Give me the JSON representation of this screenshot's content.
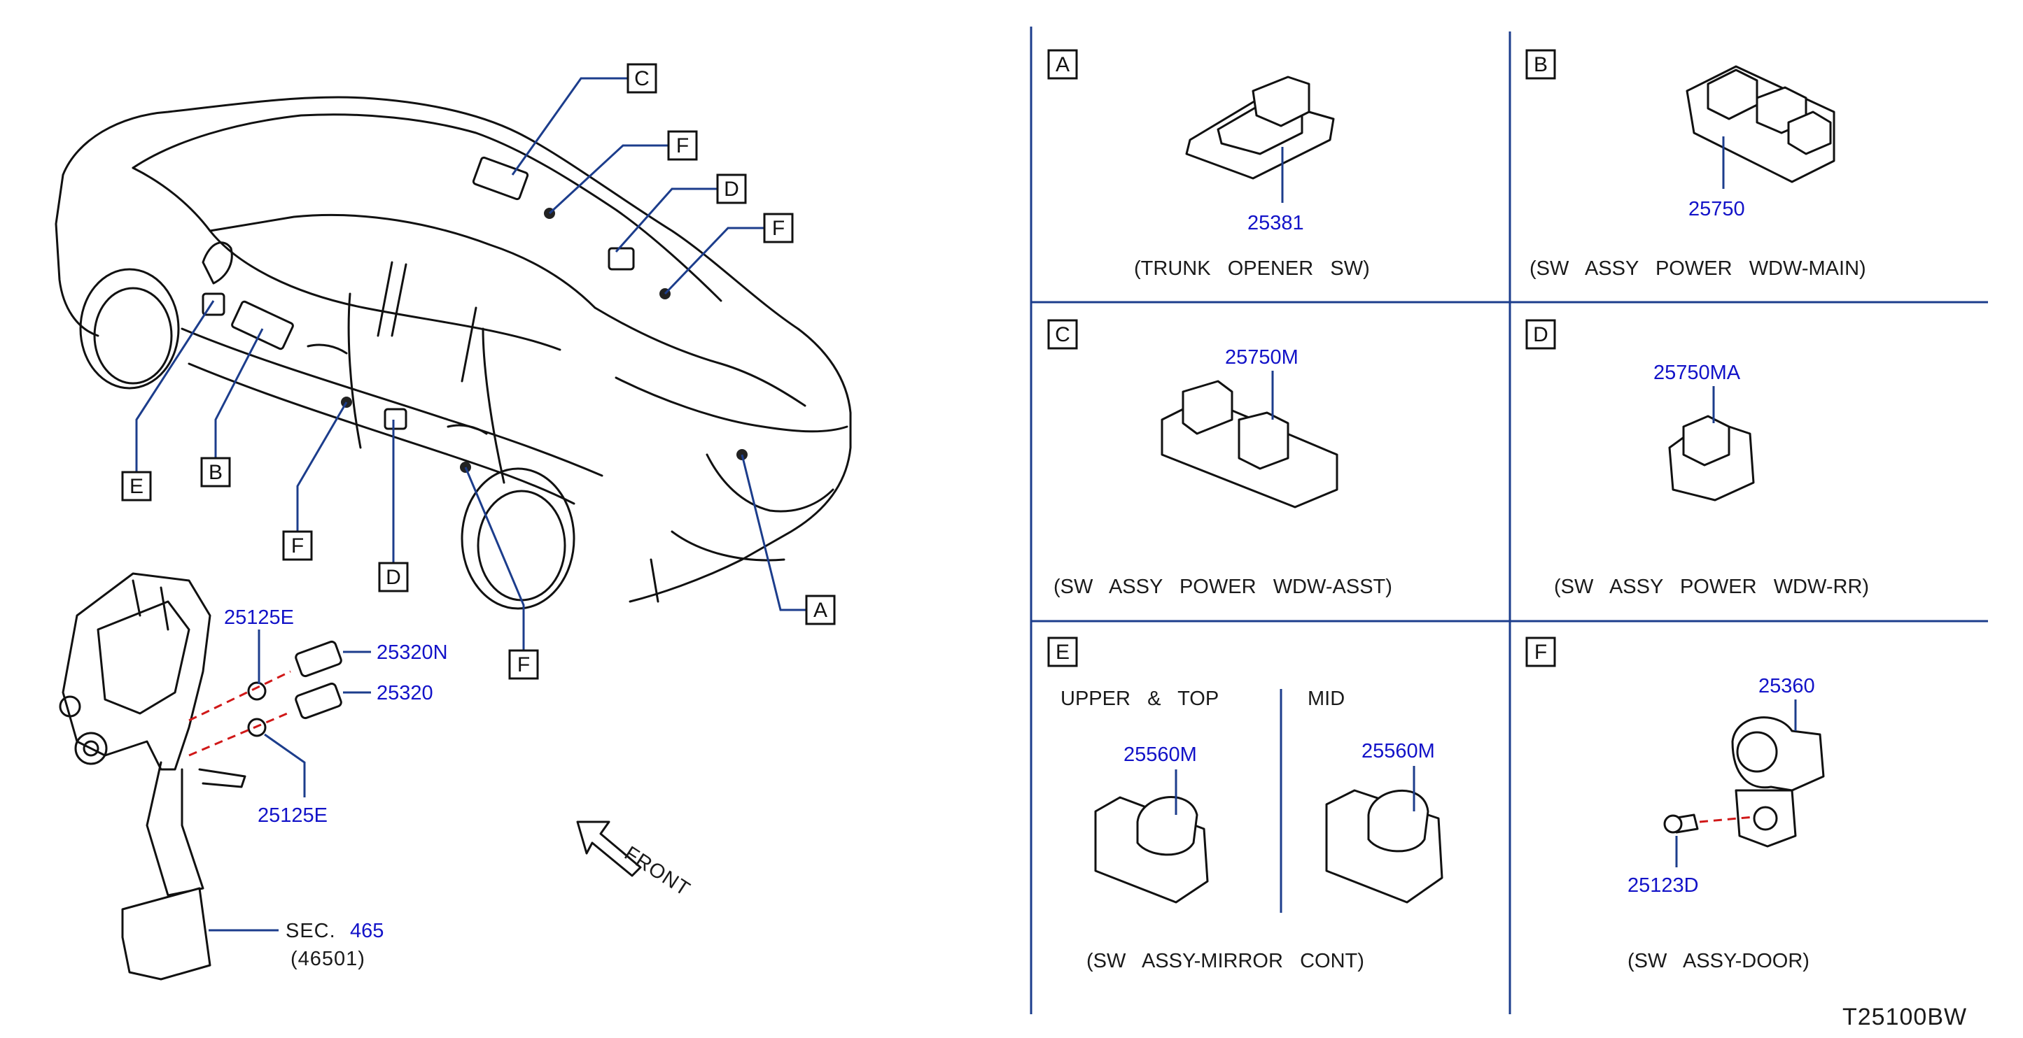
{
  "overview": {
    "callouts": [
      "C",
      "F",
      "D",
      "F",
      "E",
      "B",
      "F",
      "D",
      "F",
      "A"
    ],
    "pedal_parts": {
      "p1": "25125E",
      "p2": "25320N",
      "p3": "25320",
      "p4": "25125E"
    },
    "sec_prefix": "SEC.",
    "sec_number": "465",
    "sec_sub": "(46501)",
    "front_label": "FRONT"
  },
  "panels": [
    {
      "letter": "A",
      "part": "25381",
      "caption": "(TRUNK   OPENER   SW)"
    },
    {
      "letter": "B",
      "part": "25750",
      "caption": "(SW   ASSY   POWER   WDW-MAIN)"
    },
    {
      "letter": "C",
      "part": "25750M",
      "caption": "(SW   ASSY   POWER   WDW-ASST)"
    },
    {
      "letter": "D",
      "part": "25750MA",
      "caption": "(SW   ASSY   POWER   WDW-RR)"
    },
    {
      "letter": "E",
      "sub_left": "UPPER   &   TOP",
      "sub_right": "MID",
      "part_left": "25560M",
      "part_right": "25560M",
      "caption": "(SW   ASSY-MIRROR   CONT)"
    },
    {
      "letter": "F",
      "part_top": "25360",
      "part_bottom": "25123D",
      "caption": "(SW   ASSY-DOOR)"
    }
  ],
  "diagram_code": "T25100BW"
}
